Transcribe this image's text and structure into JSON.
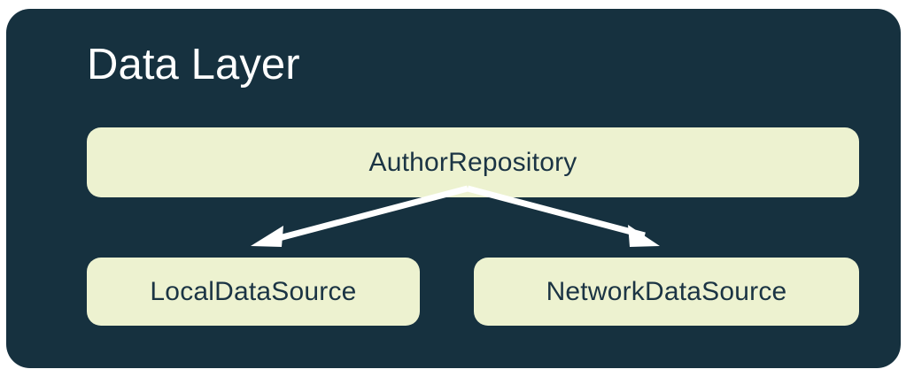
{
  "diagram": {
    "title": "Data Layer",
    "type": "architecture-layer-diagram",
    "colors": {
      "container_background": "#16313F",
      "component_fill": "#EDF2D0",
      "component_text": "#1B3444",
      "title_text": "#FFFFFF",
      "arrow": "#FFFFFF",
      "page_background": "#FFFFFF"
    },
    "nodes": {
      "repository": {
        "label": "AuthorRepository",
        "role": "repository"
      },
      "local_source": {
        "label": "LocalDataSource",
        "role": "data-source"
      },
      "network_source": {
        "label": "NetworkDataSource",
        "role": "data-source"
      }
    },
    "edges": [
      {
        "id": "repository-to-local",
        "from": "AuthorRepository",
        "to": "LocalDataSource",
        "style": "solid-arrow",
        "direction": "down-left"
      },
      {
        "id": "repository-to-network",
        "from": "AuthorRepository",
        "to": "NetworkDataSource",
        "style": "solid-arrow",
        "direction": "down-right"
      }
    ]
  }
}
